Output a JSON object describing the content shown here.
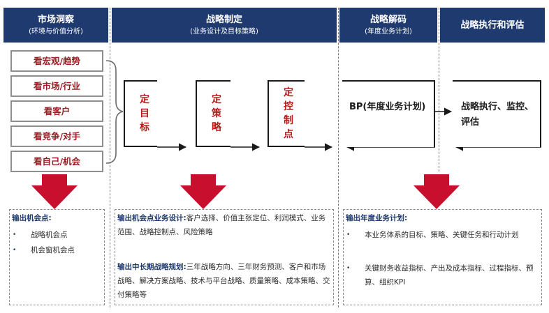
{
  "headers": [
    {
      "title": "市场洞察",
      "subtitle": "(环境与价值分析)"
    },
    {
      "title": "战略制定",
      "subtitle": "(业务设计及目标策略)"
    },
    {
      "title": "战略解码",
      "subtitle": "(年度业务计划)"
    },
    {
      "title": "战略执行和评估",
      "subtitle": ""
    }
  ],
  "market_items": [
    "看宏观/趋势",
    "看市场/行业",
    "看客户",
    "看竞争/对手",
    "看自己/机会"
  ],
  "strategy_steps": [
    "定目标",
    "定策略",
    "定控制点"
  ],
  "decode_box": "BP(年度业务计划)",
  "execute_box": "战略执行、监控、评估",
  "output_market": {
    "label": "输出机会点:",
    "items": [
      "战略机会点",
      "机会窗机会点"
    ]
  },
  "output_strategy": {
    "label1": "输出机会点业务设计:",
    "text1": "客户选择、价值主张定位、利润模式、业务范围、战略控制点、风险策略",
    "label2": "输出中长期战略规划:",
    "text2": "三年战略方向、三年财务预测、客户和市场战略、解决方案战略、技术与平台战略、质量策略、成本策略、交付策略等"
  },
  "output_decode": {
    "label": "输出年度业务计划:",
    "items": [
      "本业务体系的目标、策略、关键任务和行动计划",
      "关键财务收益指标、产出及成本指标、过程指标、预算、组织KPI"
    ]
  },
  "colors": {
    "header": "#1f3a6e",
    "accent_red": "#c8102e",
    "text_red": "#b71c1c"
  }
}
